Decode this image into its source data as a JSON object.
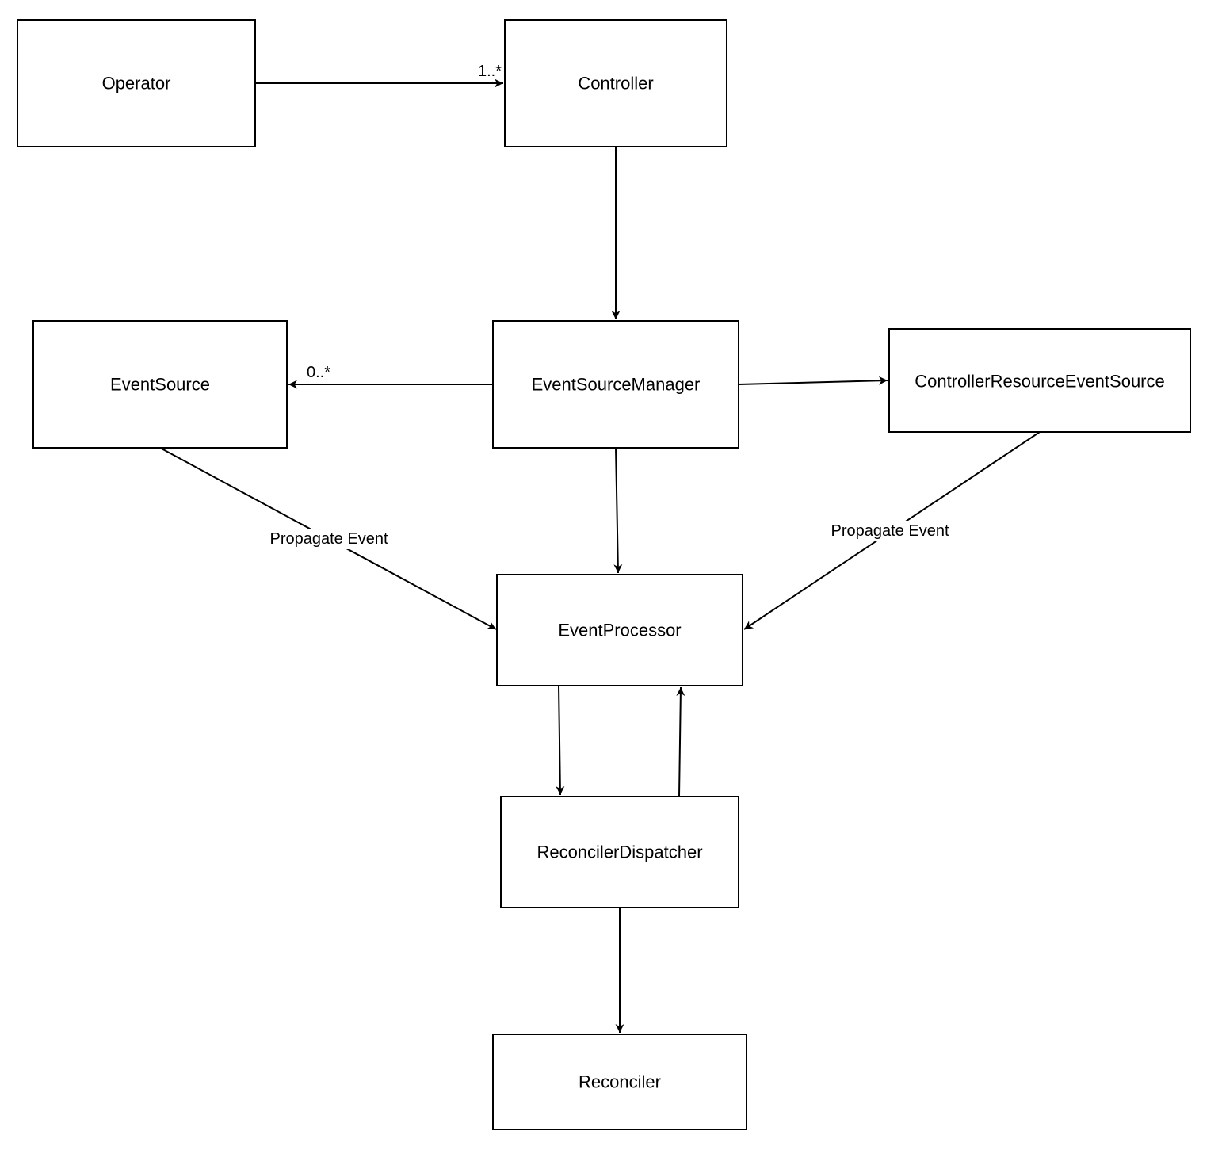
{
  "diagram": {
    "nodes": {
      "operator": "Operator",
      "controller": "Controller",
      "event_source_manager": "EventSourceManager",
      "event_source": "EventSource",
      "controller_resource_event_source": "ControllerResourceEventSource",
      "event_processor": "EventProcessor",
      "reconciler_dispatcher": "ReconcilerDispatcher",
      "reconciler": "Reconciler"
    },
    "edges": [
      {
        "from": "operator",
        "to": "controller",
        "label": "1..*"
      },
      {
        "from": "controller",
        "to": "event_source_manager",
        "label": ""
      },
      {
        "from": "event_source_manager",
        "to": "event_source",
        "label": "0..*"
      },
      {
        "from": "event_source_manager",
        "to": "controller_resource_event_source",
        "label": ""
      },
      {
        "from": "event_source_manager",
        "to": "event_processor",
        "label": ""
      },
      {
        "from": "event_source",
        "to": "event_processor",
        "label": "Propagate Event"
      },
      {
        "from": "controller_resource_event_source",
        "to": "event_processor",
        "label": "Propagate Event"
      },
      {
        "from": "event_processor",
        "to": "reconciler_dispatcher",
        "label": ""
      },
      {
        "from": "reconciler_dispatcher",
        "to": "event_processor",
        "label": ""
      },
      {
        "from": "reconciler_dispatcher",
        "to": "reconciler",
        "label": ""
      }
    ],
    "colors": {
      "stroke": "#000000",
      "fill": "#ffffff",
      "text": "#000000"
    }
  }
}
